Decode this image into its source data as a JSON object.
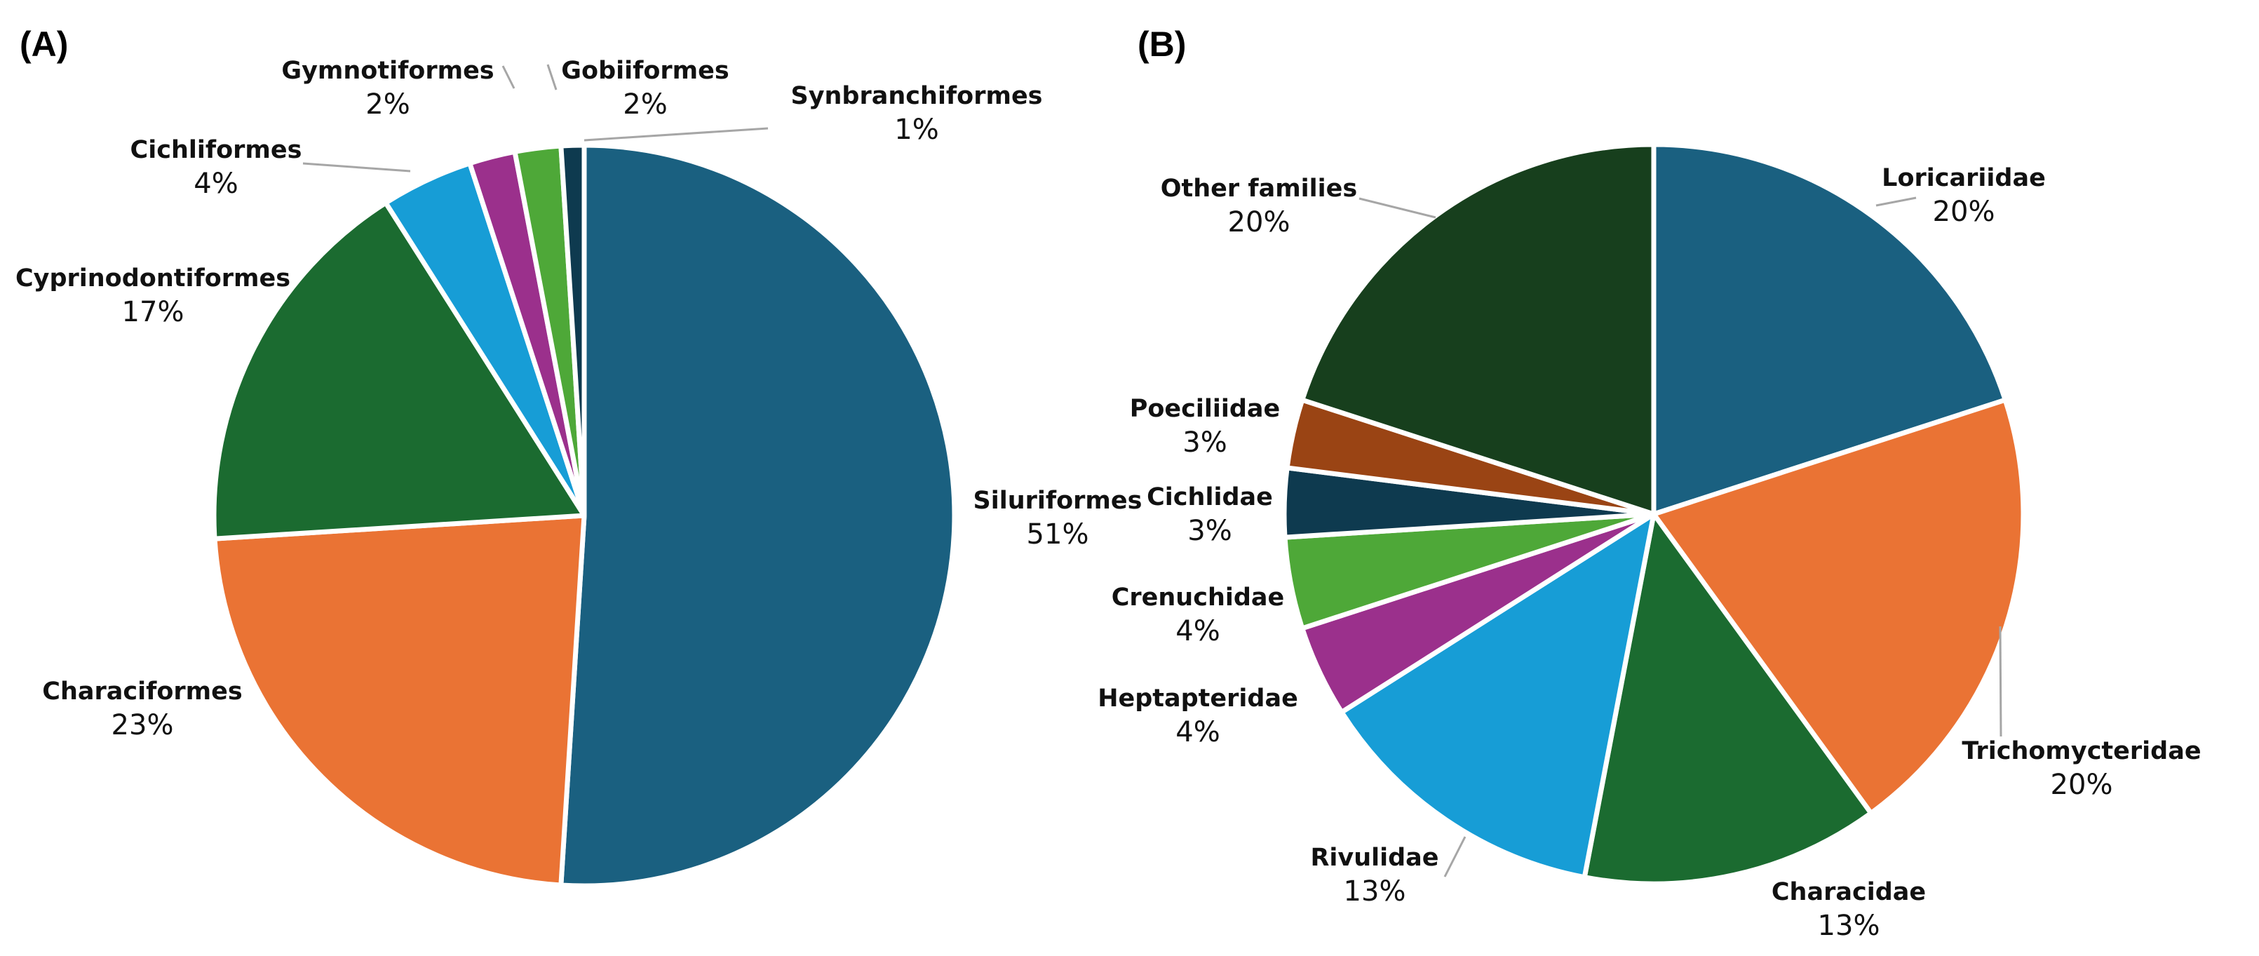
{
  "panels": [
    {
      "label": "(A)"
    },
    {
      "label": "(B)"
    }
  ],
  "chart_data": [
    {
      "type": "pie",
      "start_angle_deg": 0,
      "direction": "clockwise",
      "slices": [
        {
          "name": "Siluriformes",
          "value": 51,
          "pct_label": "51%",
          "color": "#1a6080"
        },
        {
          "name": "Characiformes",
          "value": 23,
          "pct_label": "23%",
          "color": "#ea7334"
        },
        {
          "name": "Cyprinodontiformes",
          "value": 17,
          "pct_label": "17%",
          "color": "#1b6b30"
        },
        {
          "name": "Cichliformes",
          "value": 4,
          "pct_label": "4%",
          "color": "#179dd6"
        },
        {
          "name": "Gymnotiformes",
          "value": 2,
          "pct_label": "2%",
          "color": "#9b308c"
        },
        {
          "name": "Gobiiformes",
          "value": 2,
          "pct_label": "2%",
          "color": "#4ea838"
        },
        {
          "name": "Synbranchiformes",
          "value": 1,
          "pct_label": "1%",
          "color": "#0e3a4f"
        }
      ]
    },
    {
      "type": "pie",
      "start_angle_deg": 0,
      "direction": "clockwise",
      "slices": [
        {
          "name": "Loricariidae",
          "value": 20,
          "pct_label": "20%",
          "color": "#1a6080"
        },
        {
          "name": "Trichomycteridae",
          "value": 20,
          "pct_label": "20%",
          "color": "#ea7334"
        },
        {
          "name": "Characidae",
          "value": 13,
          "pct_label": "13%",
          "color": "#1b6b30"
        },
        {
          "name": "Rivulidae",
          "value": 13,
          "pct_label": "13%",
          "color": "#179dd6"
        },
        {
          "name": "Heptapteridae",
          "value": 4,
          "pct_label": "4%",
          "color": "#9b308c"
        },
        {
          "name": "Crenuchidae",
          "value": 4,
          "pct_label": "4%",
          "color": "#4ea838"
        },
        {
          "name": "Cichlidae",
          "value": 3,
          "pct_label": "3%",
          "color": "#0e3a4f"
        },
        {
          "name": "Poeciliidae",
          "value": 3,
          "pct_label": "3%",
          "color": "#9a4414"
        },
        {
          "name": "Other families",
          "value": 20,
          "pct_label": "20%",
          "color": "#173f1d"
        }
      ]
    }
  ]
}
